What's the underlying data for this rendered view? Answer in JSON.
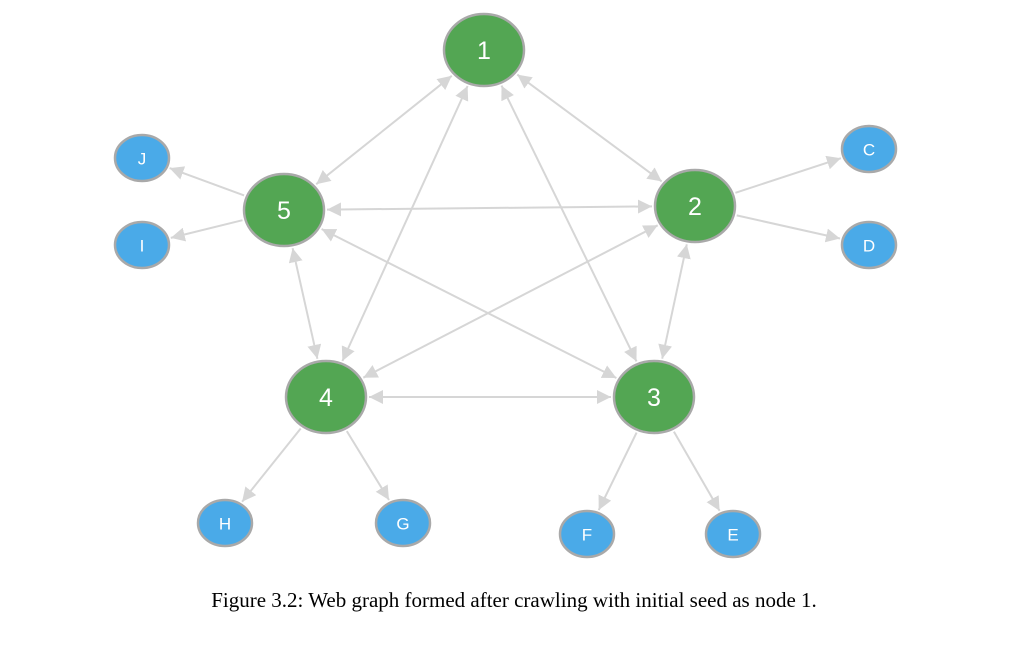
{
  "colors": {
    "major_node": "#53a653",
    "minor_node": "#4aaae8",
    "edge": "#d6d6d6",
    "node_border": "#a9a9a9"
  },
  "nodes": [
    {
      "id": "1",
      "label": "1",
      "kind": "major"
    },
    {
      "id": "2",
      "label": "2",
      "kind": "major"
    },
    {
      "id": "3",
      "label": "3",
      "kind": "major"
    },
    {
      "id": "4",
      "label": "4",
      "kind": "major"
    },
    {
      "id": "5",
      "label": "5",
      "kind": "major"
    },
    {
      "id": "C",
      "label": "C",
      "kind": "minor"
    },
    {
      "id": "D",
      "label": "D",
      "kind": "minor"
    },
    {
      "id": "E",
      "label": "E",
      "kind": "minor"
    },
    {
      "id": "F",
      "label": "F",
      "kind": "minor"
    },
    {
      "id": "G",
      "label": "G",
      "kind": "minor"
    },
    {
      "id": "H",
      "label": "H",
      "kind": "minor"
    },
    {
      "id": "I",
      "label": "I",
      "kind": "minor"
    },
    {
      "id": "J",
      "label": "J",
      "kind": "minor"
    }
  ],
  "edges": [
    {
      "from": "1",
      "to": "2",
      "bidirectional": true
    },
    {
      "from": "1",
      "to": "5",
      "bidirectional": true
    },
    {
      "from": "1",
      "to": "4",
      "bidirectional": true
    },
    {
      "from": "1",
      "to": "3",
      "bidirectional": true
    },
    {
      "from": "2",
      "to": "5",
      "bidirectional": true
    },
    {
      "from": "2",
      "to": "4",
      "bidirectional": true
    },
    {
      "from": "2",
      "to": "3",
      "bidirectional": true
    },
    {
      "from": "5",
      "to": "4",
      "bidirectional": true
    },
    {
      "from": "5",
      "to": "3",
      "bidirectional": true
    },
    {
      "from": "4",
      "to": "3",
      "bidirectional": true
    },
    {
      "from": "2",
      "to": "C",
      "bidirectional": false
    },
    {
      "from": "2",
      "to": "D",
      "bidirectional": false
    },
    {
      "from": "5",
      "to": "J",
      "bidirectional": false
    },
    {
      "from": "5",
      "to": "I",
      "bidirectional": false
    },
    {
      "from": "4",
      "to": "H",
      "bidirectional": false
    },
    {
      "from": "4",
      "to": "G",
      "bidirectional": false
    },
    {
      "from": "3",
      "to": "F",
      "bidirectional": false
    },
    {
      "from": "3",
      "to": "E",
      "bidirectional": false
    }
  ],
  "caption": "Figure 3.2: Web graph formed after crawling with initial seed as node 1."
}
